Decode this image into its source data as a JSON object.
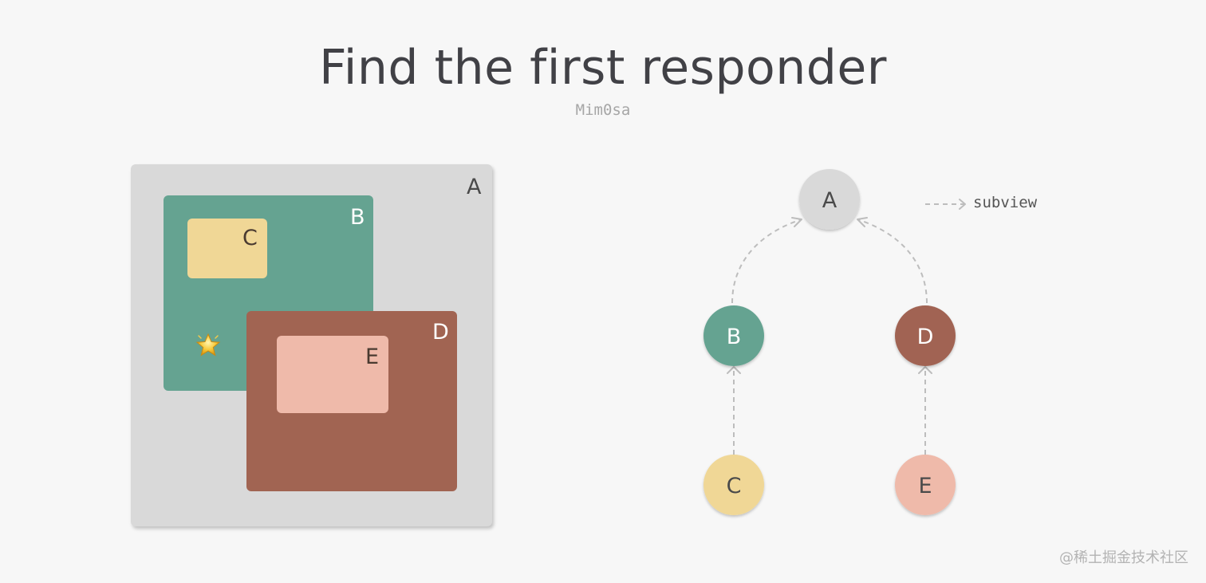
{
  "title": "Find the first responder",
  "author": "Mim0sa",
  "views": {
    "a": {
      "label": "A",
      "color": "#d9d9d9"
    },
    "b": {
      "label": "B",
      "color": "#65a391"
    },
    "c": {
      "label": "C",
      "color": "#f0d796"
    },
    "d": {
      "label": "D",
      "color": "#a16452"
    },
    "e": {
      "label": "E",
      "color": "#efbaaa"
    }
  },
  "tree": {
    "nodes": [
      {
        "id": "A",
        "label": "A",
        "color": "#d9d9d9",
        "text_color": "#4a4a4a"
      },
      {
        "id": "B",
        "label": "B",
        "color": "#65a391",
        "text_color": "#ffffff"
      },
      {
        "id": "D",
        "label": "D",
        "color": "#a16452",
        "text_color": "#ffffff"
      },
      {
        "id": "C",
        "label": "C",
        "color": "#f0d796",
        "text_color": "#4a4a4a"
      },
      {
        "id": "E",
        "label": "E",
        "color": "#efbaaa",
        "text_color": "#4a4a4a"
      }
    ],
    "edges": [
      {
        "from": "B",
        "to": "A"
      },
      {
        "from": "D",
        "to": "A"
      },
      {
        "from": "C",
        "to": "B"
      },
      {
        "from": "E",
        "to": "D"
      }
    ]
  },
  "legend": {
    "label": "subview",
    "line_style": "dashed-arrow"
  },
  "touch_point_icon": "star-icon",
  "watermark": "@稀土掘金技术社区"
}
